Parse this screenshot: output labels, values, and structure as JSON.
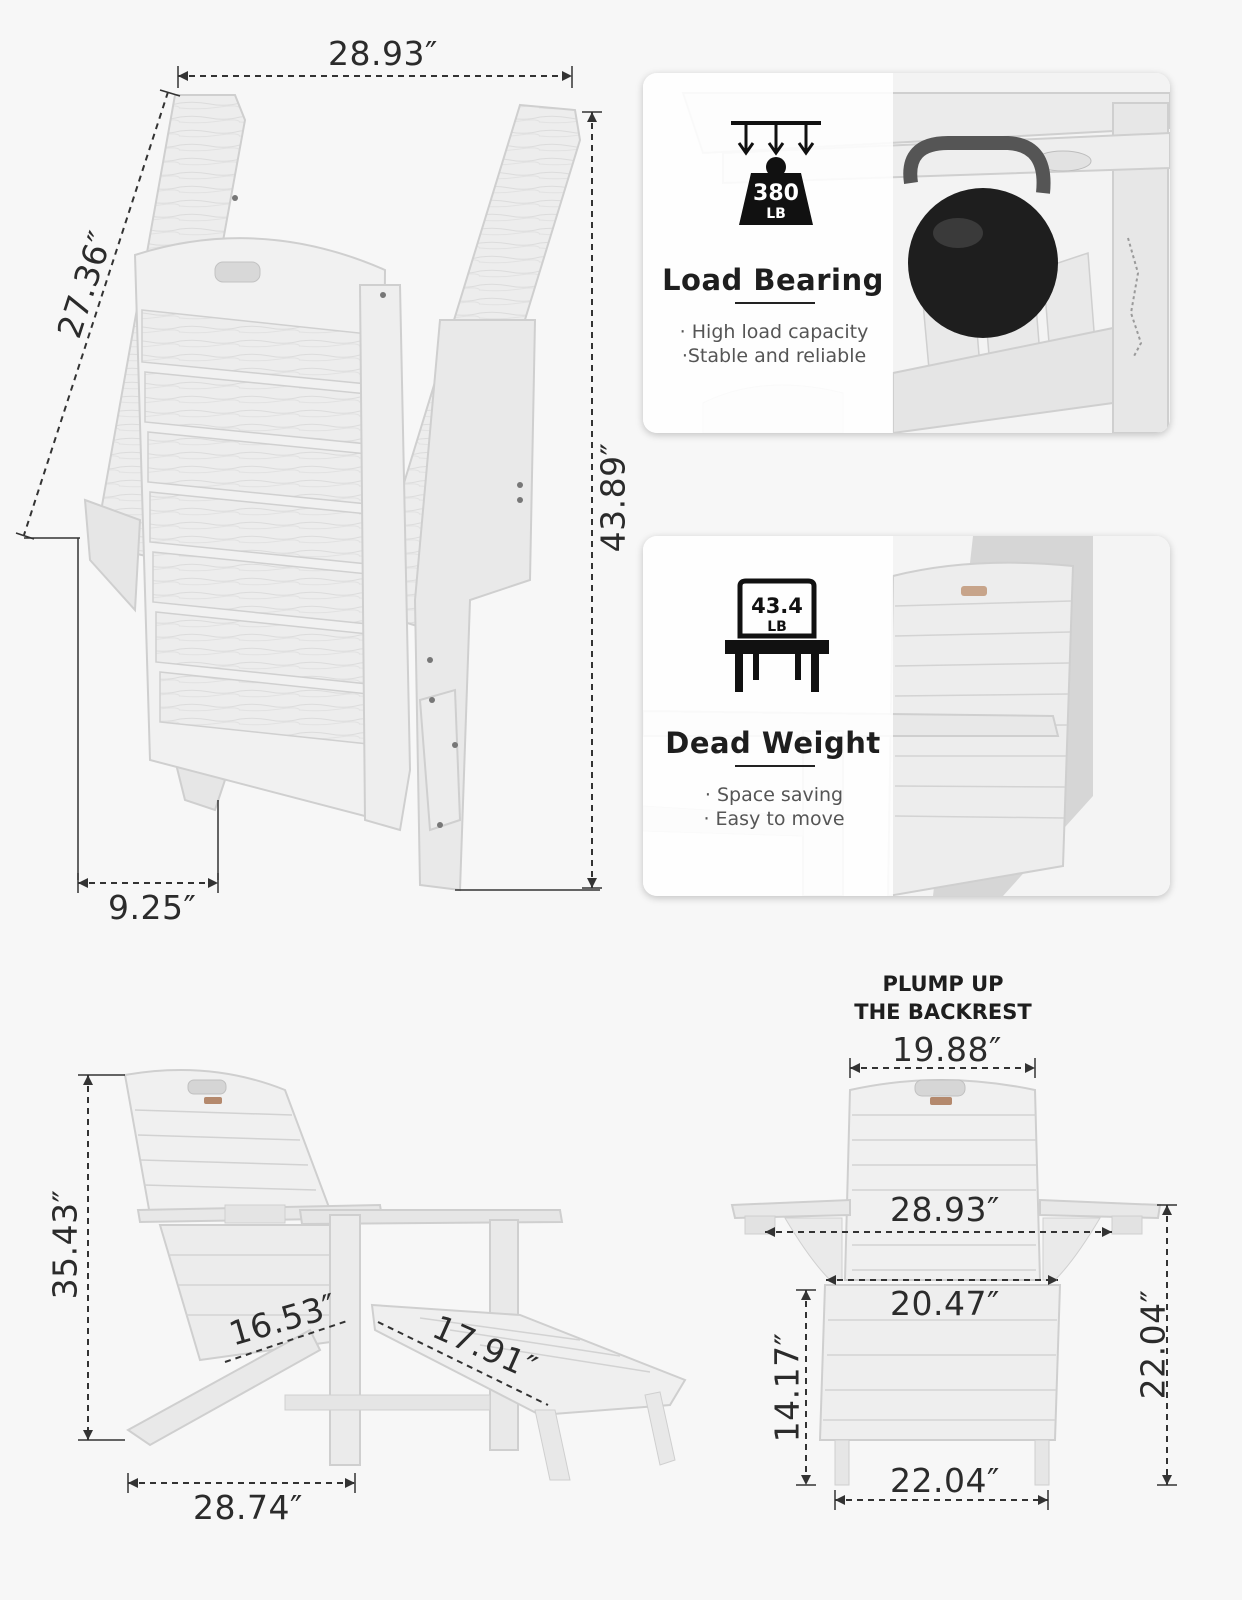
{
  "dimensions": {
    "folded_width": "28.93″",
    "folded_diagonal": "27.36″",
    "folded_height": "43.89″",
    "folded_depth": "9.25″",
    "side_height": "35.43″",
    "side_seat_depth": "16.53″",
    "side_ottoman_length": "17.91″",
    "side_base_length": "28.74″",
    "front_backrest_width": "19.88″",
    "front_arm_width": "28.93″",
    "front_seat_width": "20.47″",
    "front_seat_height": "14.17″",
    "front_arm_height": "22.04″",
    "front_base_width": "22.04″"
  },
  "load_card": {
    "weight_value": "380",
    "weight_unit": "LB",
    "title": "Load Bearing",
    "bullets": [
      "· High load capacity",
      "·Stable and reliable"
    ],
    "icon": "kettlebell-weight-icon"
  },
  "weight_card": {
    "weight_value": "43.4",
    "weight_unit": "LB",
    "title": "Dead Weight",
    "bullets": [
      "· Space saving",
      "· Easy to move"
    ],
    "icon": "chair-weight-icon"
  },
  "plump": {
    "line1": "PLUMP UP",
    "line2": "THE BACKREST"
  },
  "colors": {
    "chair": "#ececec",
    "chair_edge": "#c9c9c9",
    "background": "#f7f7f7",
    "text": "#2a2a2a"
  }
}
